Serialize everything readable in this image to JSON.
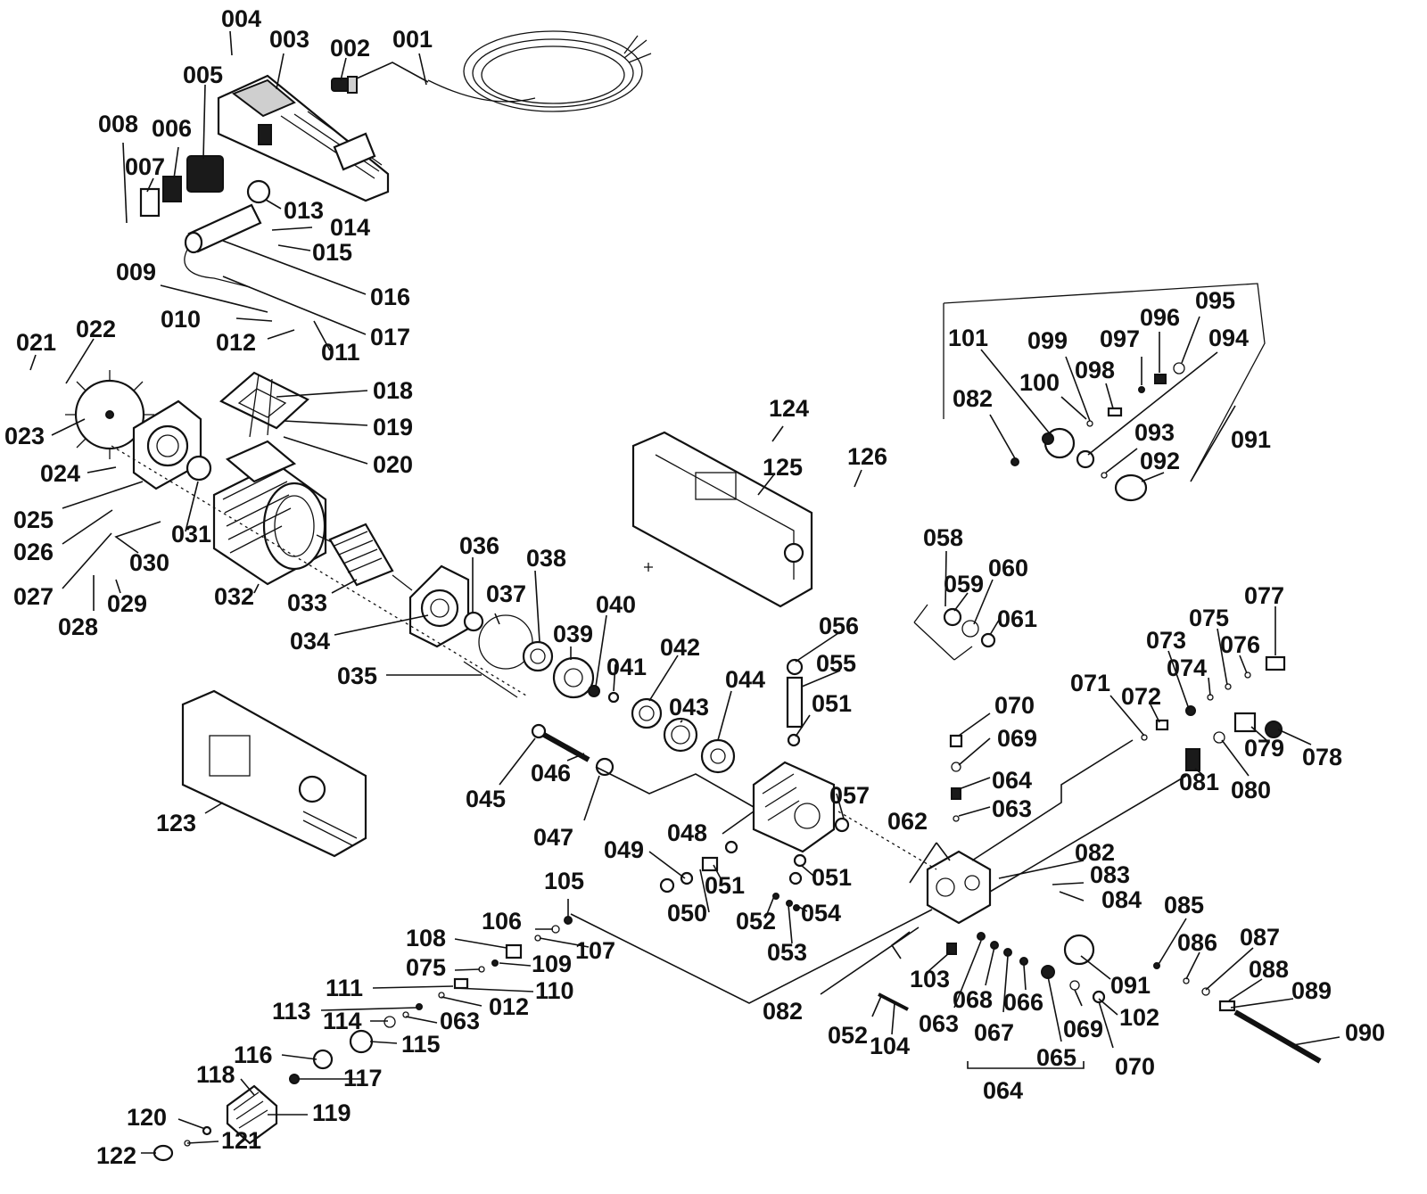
{
  "diagram": {
    "colors": {
      "ink": "#111111",
      "paper": "#ffffff",
      "shade": "#cfcfcf"
    },
    "callouts": [
      {
        "id": "l004",
        "text": "004"
      },
      {
        "id": "l003",
        "text": "003"
      },
      {
        "id": "l002",
        "text": "002"
      },
      {
        "id": "l001",
        "text": "001"
      },
      {
        "id": "l005",
        "text": "005"
      },
      {
        "id": "l008",
        "text": "008"
      },
      {
        "id": "l006",
        "text": "006"
      },
      {
        "id": "l007",
        "text": "007"
      },
      {
        "id": "l013",
        "text": "013"
      },
      {
        "id": "l014",
        "text": "014"
      },
      {
        "id": "l015",
        "text": "015"
      },
      {
        "id": "l009",
        "text": "009"
      },
      {
        "id": "l016",
        "text": "016"
      },
      {
        "id": "l010",
        "text": "010"
      },
      {
        "id": "l012a",
        "text": "012"
      },
      {
        "id": "l017",
        "text": "017"
      },
      {
        "id": "l011",
        "text": "011"
      },
      {
        "id": "l021",
        "text": "021"
      },
      {
        "id": "l022",
        "text": "022"
      },
      {
        "id": "l018",
        "text": "018"
      },
      {
        "id": "l019",
        "text": "019"
      },
      {
        "id": "l023",
        "text": "023"
      },
      {
        "id": "l020",
        "text": "020"
      },
      {
        "id": "l024",
        "text": "024"
      },
      {
        "id": "l025",
        "text": "025"
      },
      {
        "id": "l031",
        "text": "031"
      },
      {
        "id": "l026",
        "text": "026"
      },
      {
        "id": "l030",
        "text": "030"
      },
      {
        "id": "l027",
        "text": "027"
      },
      {
        "id": "l032",
        "text": "032"
      },
      {
        "id": "l029",
        "text": "029"
      },
      {
        "id": "l028",
        "text": "028"
      },
      {
        "id": "l033",
        "text": "033"
      },
      {
        "id": "l036",
        "text": "036"
      },
      {
        "id": "l038",
        "text": "038"
      },
      {
        "id": "l037",
        "text": "037"
      },
      {
        "id": "l034",
        "text": "034"
      },
      {
        "id": "l039",
        "text": "039"
      },
      {
        "id": "l040",
        "text": "040"
      },
      {
        "id": "l041",
        "text": "041"
      },
      {
        "id": "l042",
        "text": "042"
      },
      {
        "id": "l035",
        "text": "035"
      },
      {
        "id": "l043",
        "text": "043"
      },
      {
        "id": "l044",
        "text": "044"
      },
      {
        "id": "l124",
        "text": "124"
      },
      {
        "id": "l125",
        "text": "125"
      },
      {
        "id": "l126",
        "text": "126"
      },
      {
        "id": "l123",
        "text": "123"
      },
      {
        "id": "l045",
        "text": "045"
      },
      {
        "id": "l046",
        "text": "046"
      },
      {
        "id": "l047",
        "text": "047"
      },
      {
        "id": "l056",
        "text": "056"
      },
      {
        "id": "l055",
        "text": "055"
      },
      {
        "id": "l051a",
        "text": "051"
      },
      {
        "id": "l057",
        "text": "057"
      },
      {
        "id": "l048",
        "text": "048"
      },
      {
        "id": "l049",
        "text": "049"
      },
      {
        "id": "l051b",
        "text": "051"
      },
      {
        "id": "l051c",
        "text": "051"
      },
      {
        "id": "l050",
        "text": "050"
      },
      {
        "id": "l052a",
        "text": "052"
      },
      {
        "id": "l054",
        "text": "054"
      },
      {
        "id": "l053",
        "text": "053"
      },
      {
        "id": "l058",
        "text": "058"
      },
      {
        "id": "l059",
        "text": "059"
      },
      {
        "id": "l060",
        "text": "060"
      },
      {
        "id": "l061",
        "text": "061"
      },
      {
        "id": "l070a",
        "text": "070"
      },
      {
        "id": "l069a",
        "text": "069"
      },
      {
        "id": "l064a",
        "text": "064"
      },
      {
        "id": "l063a",
        "text": "063"
      },
      {
        "id": "l062",
        "text": "062"
      },
      {
        "id": "l082a",
        "text": "082"
      },
      {
        "id": "l083",
        "text": "083"
      },
      {
        "id": "l084",
        "text": "084"
      },
      {
        "id": "l071",
        "text": "071"
      },
      {
        "id": "l072",
        "text": "072"
      },
      {
        "id": "l073",
        "text": "073"
      },
      {
        "id": "l074",
        "text": "074"
      },
      {
        "id": "l075a",
        "text": "075"
      },
      {
        "id": "l076",
        "text": "076"
      },
      {
        "id": "l077",
        "text": "077"
      },
      {
        "id": "l078",
        "text": "078"
      },
      {
        "id": "l079",
        "text": "079"
      },
      {
        "id": "l080",
        "text": "080"
      },
      {
        "id": "l081",
        "text": "081"
      },
      {
        "id": "l085",
        "text": "085"
      },
      {
        "id": "l086",
        "text": "086"
      },
      {
        "id": "l087",
        "text": "087"
      },
      {
        "id": "l088",
        "text": "088"
      },
      {
        "id": "l089",
        "text": "089"
      },
      {
        "id": "l090",
        "text": "090"
      },
      {
        "id": "l091a",
        "text": "091"
      },
      {
        "id": "l102",
        "text": "102"
      },
      {
        "id": "l070b",
        "text": "070"
      },
      {
        "id": "l069b",
        "text": "069"
      },
      {
        "id": "l065",
        "text": "065"
      },
      {
        "id": "l066",
        "text": "066"
      },
      {
        "id": "l067",
        "text": "067"
      },
      {
        "id": "l068",
        "text": "068"
      },
      {
        "id": "l063b",
        "text": "063"
      },
      {
        "id": "l064b",
        "text": "064"
      },
      {
        "id": "l103",
        "text": "103"
      },
      {
        "id": "l082b",
        "text": "082"
      },
      {
        "id": "l052b",
        "text": "052"
      },
      {
        "id": "l104",
        "text": "104"
      },
      {
        "id": "l105",
        "text": "105"
      },
      {
        "id": "l106",
        "text": "106"
      },
      {
        "id": "l107",
        "text": "107"
      },
      {
        "id": "l108",
        "text": "108"
      },
      {
        "id": "l109",
        "text": "109"
      },
      {
        "id": "l075b",
        "text": "075"
      },
      {
        "id": "l111",
        "text": "111"
      },
      {
        "id": "l110",
        "text": "110"
      },
      {
        "id": "l113",
        "text": "113"
      },
      {
        "id": "l012b",
        "text": "012"
      },
      {
        "id": "l114",
        "text": "114"
      },
      {
        "id": "l063c",
        "text": "063"
      },
      {
        "id": "l115",
        "text": "115"
      },
      {
        "id": "l116",
        "text": "116"
      },
      {
        "id": "l118",
        "text": "118"
      },
      {
        "id": "l117",
        "text": "117"
      },
      {
        "id": "l119",
        "text": "119"
      },
      {
        "id": "l120",
        "text": "120"
      },
      {
        "id": "l121",
        "text": "121"
      },
      {
        "id": "l122",
        "text": "122"
      },
      {
        "id": "l101",
        "text": "101"
      },
      {
        "id": "l099",
        "text": "099"
      },
      {
        "id": "l097",
        "text": "097"
      },
      {
        "id": "l096",
        "text": "096"
      },
      {
        "id": "l095",
        "text": "095"
      },
      {
        "id": "l094",
        "text": "094"
      },
      {
        "id": "l100",
        "text": "100"
      },
      {
        "id": "l098",
        "text": "098"
      },
      {
        "id": "l082c",
        "text": "082"
      },
      {
        "id": "l093",
        "text": "093"
      },
      {
        "id": "l092",
        "text": "092"
      },
      {
        "id": "l091b",
        "text": "091"
      }
    ]
  }
}
